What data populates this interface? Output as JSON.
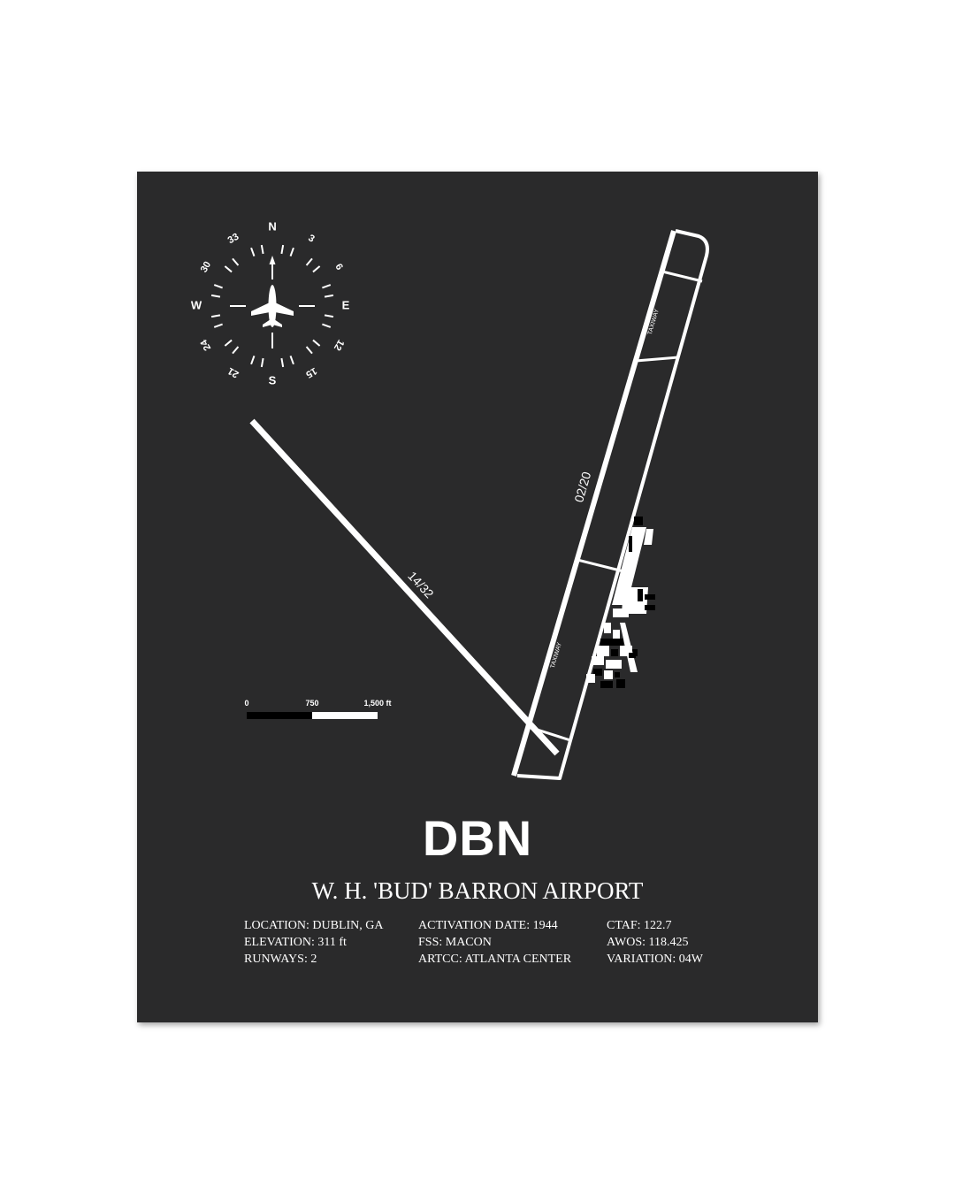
{
  "airport": {
    "code": "DBN",
    "name": "W. H. 'BUD' BARRON AIRPORT"
  },
  "info": {
    "col1": [
      "LOCATION: DUBLIN, GA",
      "ELEVATION: 311 ft",
      "RUNWAYS: 2"
    ],
    "col2": [
      "ACTIVATION DATE: 1944",
      "FSS: MACON",
      "ARTCC: ATLANTA CENTER"
    ],
    "col3": [
      "CTAF: 122.7",
      "AWOS: 118.425",
      "VARIATION: 04W"
    ]
  },
  "compass": {
    "north": "N",
    "east": "E",
    "south": "S",
    "west": "W",
    "numbers": [
      "3",
      "6",
      "12",
      "15",
      "21",
      "24",
      "30",
      "33"
    ]
  },
  "runways": {
    "runway_a": "02/20",
    "runway_b": "14/32",
    "taxiway_upper": "TAXIWAY",
    "taxiway_lower": "TAXIWAY"
  },
  "scale_bar": {
    "labels": [
      "0",
      "750",
      "1,500 ft"
    ]
  },
  "colors": {
    "background": "#2a2a2b",
    "foreground": "#ffffff"
  }
}
